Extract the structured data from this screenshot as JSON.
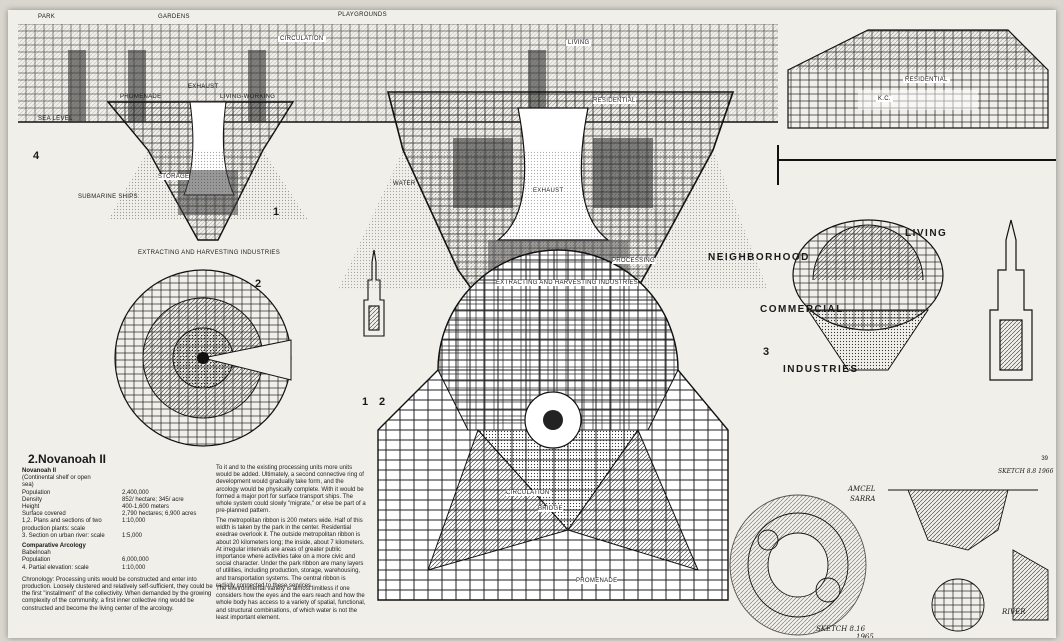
{
  "labels_top": {
    "park": "PARK",
    "gardens": "GARDENS",
    "playgrounds": "PLAYGROUNDS",
    "circulation": "CIRCULATION",
    "living": "LIVING",
    "residential": "RESIDENTIAL",
    "kc": "K.C."
  },
  "labels_section": {
    "promenade": "PROMENADE",
    "exhaust": "EXHAUST",
    "living_working": "LIVING-WORKING",
    "sea_level": "SEA LEVEL",
    "storage": "STORAGE",
    "submarine": "SUBMARINE SHIPS",
    "extracting": "EXTRACTING AND HARVESTING INDUSTRIES",
    "water": "WATER",
    "exhaust2": "EXHAUST",
    "extracting2": "EXTRACTING AND HARVESTING INDUSTRIES",
    "processing": "PROCESSING",
    "residential2": "RESIDENTIAL"
  },
  "labels_right": {
    "neighborhood": "NEIGHBORHOOD",
    "living": "LIVING",
    "commercial": "COMMERCIAL",
    "industries": "INDUSTRIES"
  },
  "numbers": {
    "n4": "4",
    "n1a": "1",
    "n2a": "2",
    "n3": "3",
    "n1b": "1",
    "n2b": "2"
  },
  "labels_plan": {
    "circulation": "CIRCULATION",
    "bridge": "BRIDGE",
    "promenade": "PROMENADE"
  },
  "title": "2.Novanoah II",
  "spec": {
    "heading": "Novanoah II",
    "sub1": "(Continental shelf or open",
    "sub2": "sea)",
    "population_k": "Population",
    "population_v": "2,400,000",
    "density_k": "Density",
    "density_v": "852/ hectare; 345/ acre",
    "height_k": "Height",
    "height_v": "400-1,600 meters",
    "surface_k": "Surface covered",
    "surface_v": "2,790 hectares; 6,900 acres",
    "plans_k": "1,2. Plans and sections of two production plants: scale",
    "plans_v": "1:10,000",
    "section_k": "3. Section on urban river: scale",
    "section_v": "1:5,000",
    "comp_heading": "Comparative Arcology",
    "babel_k": "Babelnoah",
    "pop2_k": "Population",
    "pop2_v": "6,000,000",
    "partial_k": "4. Partial elevation: scale",
    "partial_v": "1:10,000",
    "chronology": "Chronology: Processing units would be constructed and enter into production. Loosely clustered and relatively self-sufficient, they could be the first \"installment\" of the collectivity. When demanded by the growing complexity of the community, a first inner collective ring would be constructed and become the living center of the arcology."
  },
  "text_mid": "To it and to the existing processing units more units would be added. Ultimately, a second connective ring of development would gradually take form, and the arcology would be physically complete. With it would be formed a major port for surface transport ships. The whole system could slowly \"migrate,\" or else be part of a pre-planned pattern.",
  "text_mid2": "The metropolitan ribbon is 200 meters wide. Half of this width is taken by the park in the center. Residential exedrae overlook it. The outside metropolitan ribbon is about 20 kilometers long; the inside, about 7 kilometers. At irregular intervals are areas of greater public importance where activities take on a more civic and social character. Under the park ribbon are many layers of utilities, including production, storage, warehousing, and transportation systems. The central ribbon is radially connected to these services.",
  "text_mid3": "The environmental variety is almost limitless if one considers how the eyes and the ears reach and how the whole body has access to a variety of spatial, functional, and structural combinations, of which water is not the least important element.",
  "page_number": "39",
  "sketch": {
    "amcel": "AMCEL",
    "sarra": "SARRA",
    "sketch_sig": "SKETCH 8.16",
    "year": "1965",
    "river": "RIVER",
    "sketch_date": "SKETCH 8.8 1966"
  }
}
